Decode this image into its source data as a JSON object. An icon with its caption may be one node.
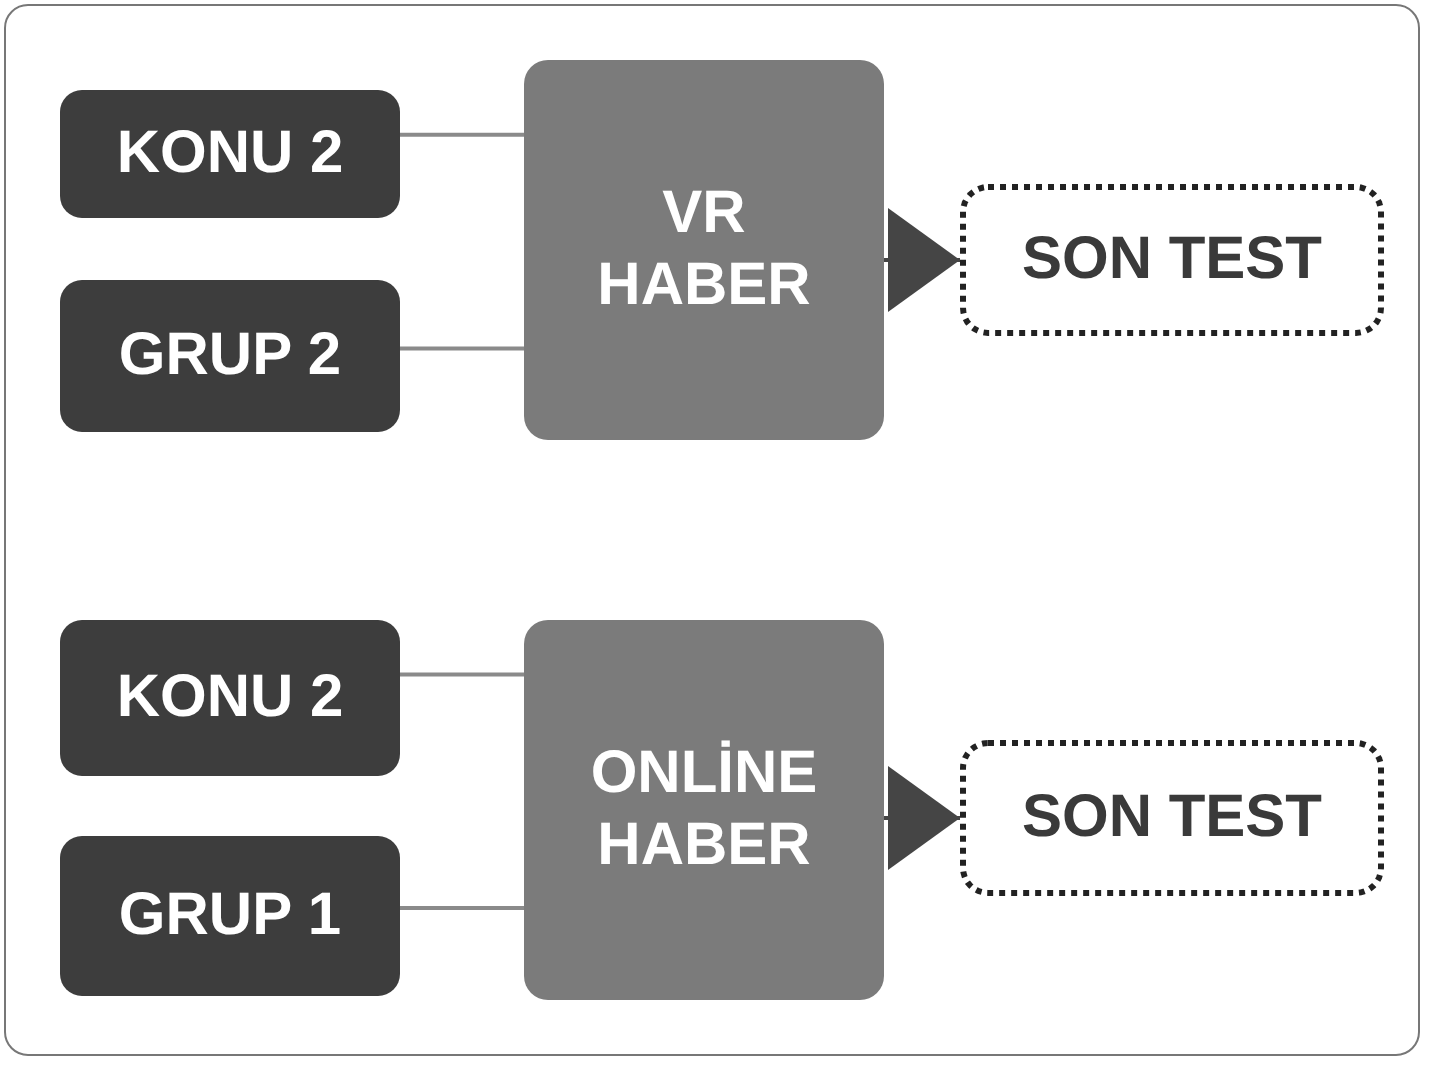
{
  "diagram": {
    "nodes": [
      {
        "text": [
          "KONU 2"
        ]
      },
      {
        "text": [
          "GRUP 2"
        ]
      },
      {
        "text": [
          "VR HABER"
        ]
      },
      {
        "text": [
          "SON TEST"
        ]
      },
      {
        "text": [
          "KONU 2"
        ]
      },
      {
        "text": [
          "GRUP 1"
        ]
      },
      {
        "text": [
          "ONLİNE HABER"
        ]
      },
      {
        "text": [
          "SON TEST"
        ]
      }
    ],
    "edges": [
      {
        "from": 0,
        "to": 2,
        "arrow": "none"
      },
      {
        "from": 1,
        "to": 2,
        "arrow": "none"
      },
      {
        "from": 2,
        "to": 3,
        "arrow": "to"
      },
      {
        "from": 4,
        "to": 6,
        "arrow": "none"
      },
      {
        "from": 5,
        "to": 6,
        "arrow": "none"
      },
      {
        "from": 6,
        "to": 7,
        "arrow": "to"
      }
    ]
  }
}
